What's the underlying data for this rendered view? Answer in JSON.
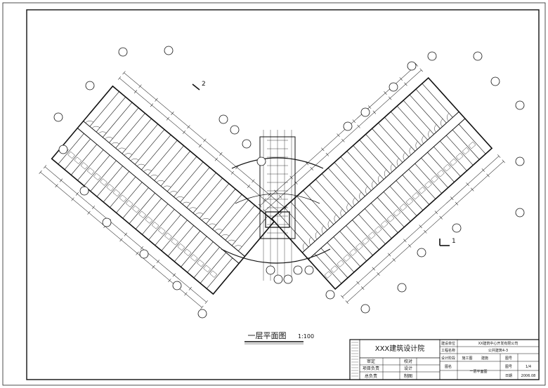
{
  "drawing": {
    "title": "一层平面图",
    "scale": "1:100",
    "section_mark": "2",
    "section_mark_right": "1"
  },
  "title_block": {
    "institute": "XXX建筑设计院",
    "labels": {
      "client": "建设单位",
      "project": "工程名称",
      "stage": "设计阶段",
      "drawing": "图名",
      "sheet": "图号",
      "date": "日期",
      "review": "审定",
      "check": "校对",
      "lead": "项目负责",
      "design": "设计",
      "chief": "总负责",
      "draw": "制图"
    },
    "values": {
      "client": "XX建筑中心开发有限公司",
      "project": "公共建筑4-3",
      "stage": "施工图",
      "discipline": "建施",
      "number_label": "图号",
      "drawing_name": "一层平面图",
      "sheet_no": "1/4",
      "date": "2006.08"
    }
  },
  "colors": {
    "line": "#111111",
    "paper": "#ffffff"
  }
}
